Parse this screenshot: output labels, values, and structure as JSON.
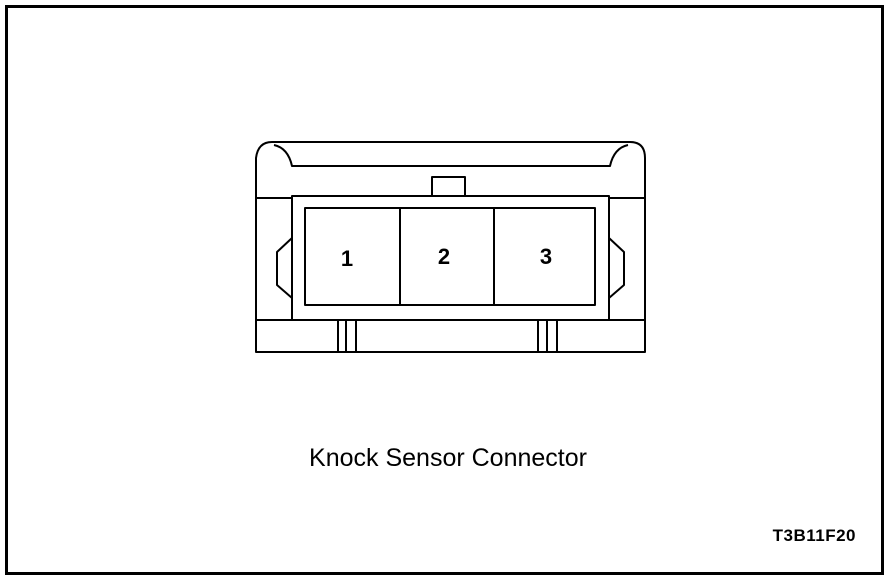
{
  "diagram": {
    "caption": "Knock Sensor Connector",
    "figure_id": "T3B11F20",
    "pins": [
      {
        "number": "1"
      },
      {
        "number": "2"
      },
      {
        "number": "3"
      }
    ]
  }
}
